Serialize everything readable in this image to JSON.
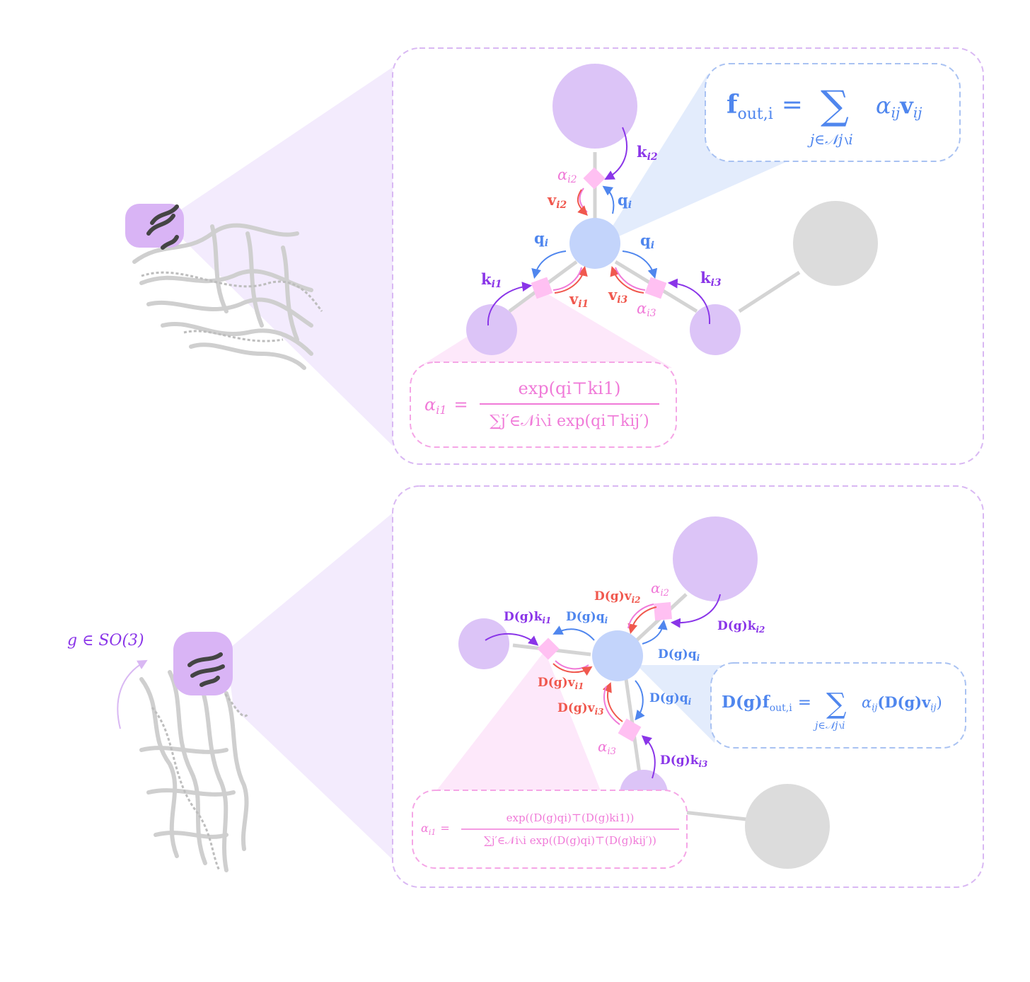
{
  "colors": {
    "purple_node": "#dcc4f7",
    "blue_node": "#c3d4fb",
    "gray_node": "#dcdcdc",
    "pink_marker": "#ffc0f2",
    "purple_text": "#8a35e8",
    "blue_text": "#4f86ee",
    "red_text": "#f0584e",
    "pink_text": "#f07ad8",
    "panel_border": "#d9b8f3",
    "blue_border": "#a9c2f2",
    "pink_border": "#f5a6e6"
  },
  "top": {
    "labels": {
      "k_i2": "k",
      "k_i2_sub": "i2",
      "alpha_i2": "α",
      "alpha_i2_sub": "i2",
      "v_i2": "v",
      "v_i2_sub": "i2",
      "q_i_top": "q",
      "q_i_top_sub": "i",
      "q_i_left": "q",
      "q_i_left_sub": "i",
      "q_i_right": "q",
      "q_i_right_sub": "i",
      "k_i1": "k",
      "k_i1_sub": "i1",
      "v_i1": "v",
      "v_i1_sub": "i1",
      "v_i3": "v",
      "v_i3_sub": "i3",
      "alpha_i3": "α",
      "alpha_i3_sub": "i3",
      "k_i3": "k",
      "k_i3_sub": "i3"
    },
    "output_equation": {
      "lhs": "f",
      "lhs_sub": "out,i",
      "equals": "=",
      "sum": "∑",
      "rhs": "α",
      "rhs_sub": "ij",
      "rhs2": "v",
      "rhs2_sub": "ij",
      "sum_index": "j∈𝒩j∖i"
    },
    "attention_equation": {
      "lhs": "α",
      "lhs_sub": "i1",
      "equals": "=",
      "numerator": "exp(qi⊤ki1)",
      "denominator": "∑j′∈𝒩i∖i exp(qi⊤kij′)"
    }
  },
  "bottom": {
    "rotation_label": "g ∈ SO(3)",
    "labels": {
      "Dg_vi2": "D(g)v",
      "Dg_vi2_sub": "i2",
      "alpha_i2": "α",
      "alpha_i2_sub": "i2",
      "Dg_ki1": "D(g)k",
      "Dg_ki1_sub": "i1",
      "Dg_qi_top": "D(g)q",
      "Dg_qi_top_sub": "i",
      "Dg_ki2": "D(g)k",
      "Dg_ki2_sub": "i2",
      "Dg_qi_right": "D(g)q",
      "Dg_qi_right_sub": "i",
      "Dg_vi1": "D(g)v",
      "Dg_vi1_sub": "i1",
      "Dg_qi_lower": "D(g)q",
      "Dg_qi_lower_sub": "i",
      "Dg_vi3": "D(g)v",
      "Dg_vi3_sub": "i3",
      "alpha_i3": "α",
      "alpha_i3_sub": "i3",
      "Dg_ki3": "D(g)k",
      "Dg_ki3_sub": "i3"
    },
    "output_equation": {
      "lhs": "D(g)f",
      "lhs_sub": "out,i",
      "equals": "=",
      "sum": "∑",
      "rhs": "α",
      "rhs_sub": "ij",
      "rhs2": "(D(g)v",
      "rhs2_sub": "ij",
      "rhs3": ")",
      "sum_index": "j∈𝒩j∖i"
    },
    "attention_equation": {
      "lhs": "α",
      "lhs_sub": "i1",
      "equals": "=",
      "numerator": "exp((D(g)qi)⊤(D(g)ki1))",
      "denominator": "∑j′∈𝒩i∖i exp((D(g)qi)⊤(D(g)kij′))"
    }
  }
}
